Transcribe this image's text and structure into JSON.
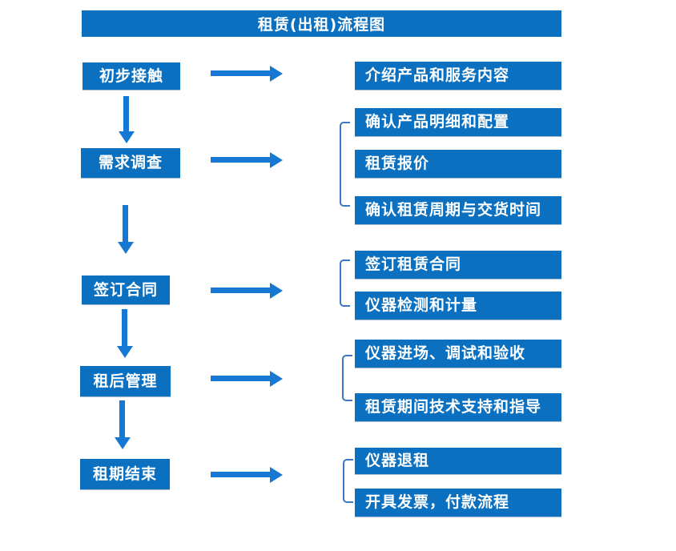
{
  "title": "租赁(出租)流程图",
  "colors": {
    "box_blue": "#0b70c0",
    "arrow_blue": "#1678d2",
    "bracket_blue": "#3c77c2"
  },
  "stages": [
    {
      "label": "初步接触",
      "outputs": [
        "介绍产品和服务内容"
      ]
    },
    {
      "label": "需求调查",
      "outputs": [
        "确认产品明细和配置",
        "租赁报价",
        "确认租赁周期与交货时间"
      ]
    },
    {
      "label": "签订合同",
      "outputs": [
        "签订租赁合同",
        "仪器检测和计量"
      ]
    },
    {
      "label": "租后管理",
      "outputs": [
        "仪器进场、调试和验收",
        "租赁期间技术支持和指导"
      ]
    },
    {
      "label": "租期结束",
      "outputs": [
        "仪器退租",
        "开具发票，付款流程"
      ]
    }
  ]
}
